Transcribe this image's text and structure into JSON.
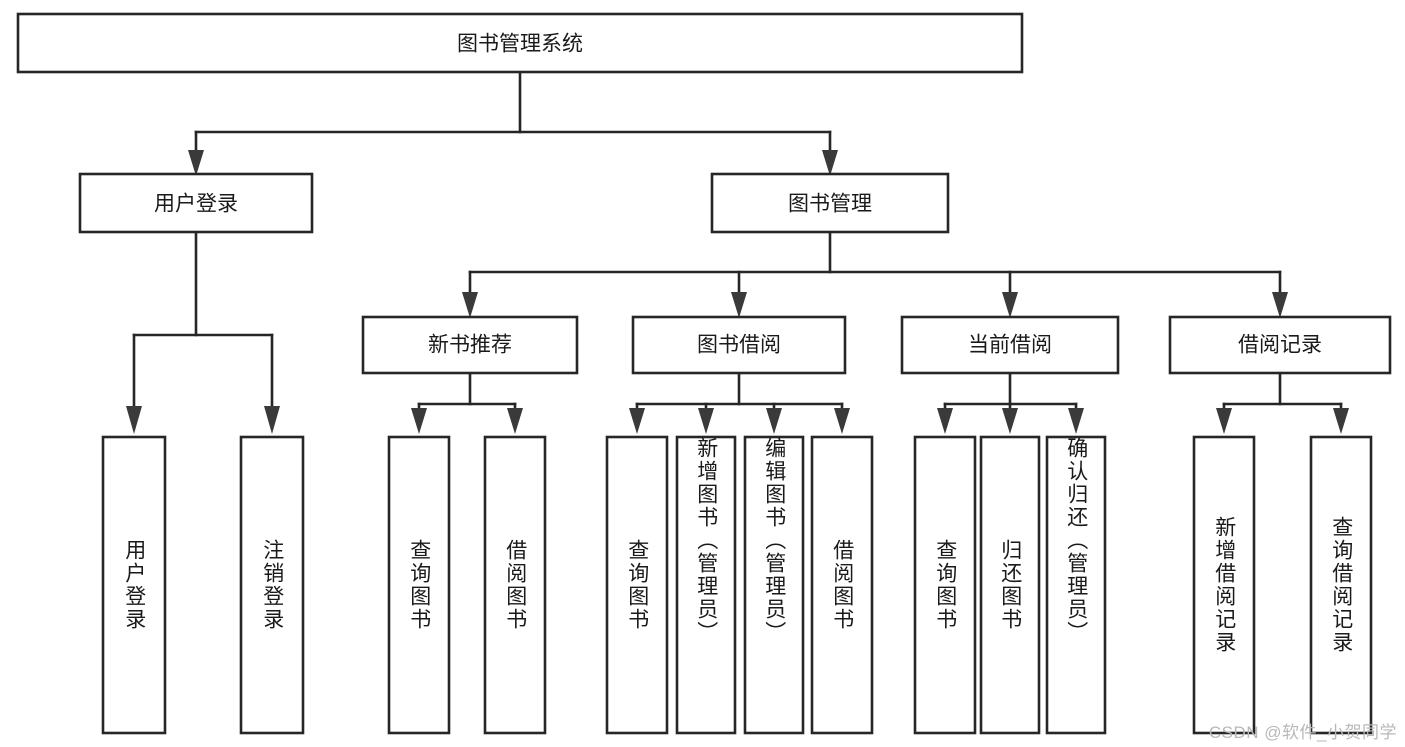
{
  "diagram": {
    "type": "hierarchy-tree",
    "title": "图书管理系统",
    "watermark": "CSDN @软件_小贺同学",
    "root": {
      "id": "root",
      "label": "图书管理系统"
    },
    "level2": [
      {
        "id": "user-login",
        "label": "用户登录"
      },
      {
        "id": "book-manage",
        "label": "图书管理"
      }
    ],
    "level3": [
      {
        "id": "new-book-recommend",
        "label": "新书推荐",
        "parent": "book-manage"
      },
      {
        "id": "book-borrow",
        "label": "图书借阅",
        "parent": "book-manage"
      },
      {
        "id": "current-borrow",
        "label": "当前借阅",
        "parent": "book-manage"
      },
      {
        "id": "borrow-record",
        "label": "借阅记录",
        "parent": "book-manage"
      }
    ],
    "leaves": [
      {
        "id": "leaf-user-login",
        "label": "用户登录",
        "parent": "user-login"
      },
      {
        "id": "leaf-user-logout",
        "label": "注销登录",
        "parent": "user-login"
      },
      {
        "id": "leaf-query-book-1",
        "label": "查询图书",
        "parent": "new-book-recommend"
      },
      {
        "id": "leaf-borrow-book-1",
        "label": "借阅图书",
        "parent": "new-book-recommend"
      },
      {
        "id": "leaf-query-book-2",
        "label": "查询图书",
        "parent": "book-borrow"
      },
      {
        "id": "leaf-add-book",
        "label": "新增图书（管理员）",
        "parent": "book-borrow"
      },
      {
        "id": "leaf-edit-book",
        "label": "编辑图书（管理员）",
        "parent": "book-borrow"
      },
      {
        "id": "leaf-borrow-book-2",
        "label": "借阅图书",
        "parent": "book-borrow"
      },
      {
        "id": "leaf-query-book-3",
        "label": "查询图书",
        "parent": "current-borrow"
      },
      {
        "id": "leaf-return-book",
        "label": "归还图书",
        "parent": "current-borrow"
      },
      {
        "id": "leaf-confirm-return",
        "label": "确认归还（管理员）",
        "parent": "current-borrow"
      },
      {
        "id": "leaf-add-record",
        "label": "新增借阅记录",
        "parent": "borrow-record"
      },
      {
        "id": "leaf-query-record",
        "label": "查询借阅记录",
        "parent": "borrow-record"
      }
    ],
    "colors": {
      "stroke": "#262626",
      "fill": "#ffffff",
      "text": "#1a1a1a",
      "watermark": "#b8b8b8"
    }
  }
}
